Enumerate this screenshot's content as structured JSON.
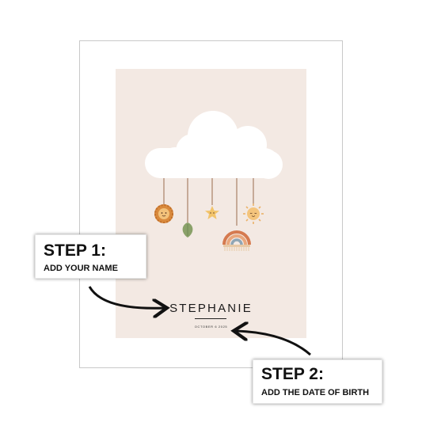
{
  "poster": {
    "name": "STEPHANIE",
    "date": "OCTOBER 6 2025",
    "background_color": "#f3e9e3"
  },
  "callouts": {
    "step1": {
      "title": "STEP 1:",
      "subtitle": "ADD YOUR NAME"
    },
    "step2": {
      "title": "STEP 2:",
      "subtitle": "ADD THE DATE OF BIRTH"
    }
  },
  "icons": [
    "cloud-icon",
    "lion-icon",
    "leaf-icon",
    "star-icon",
    "rainbow-icon",
    "sun-icon",
    "arrow-icon"
  ]
}
